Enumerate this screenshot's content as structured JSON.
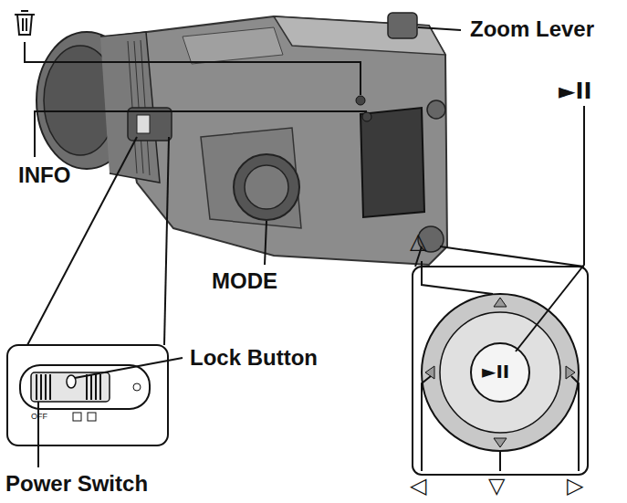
{
  "diagram": {
    "labels": [
      "Zoom Lever",
      "INFO",
      "MODE",
      "Lock Button",
      "Power Switch",
      "OFF",
      "►II",
      "△",
      "►II",
      "◁",
      "▽",
      "▷"
    ]
  }
}
